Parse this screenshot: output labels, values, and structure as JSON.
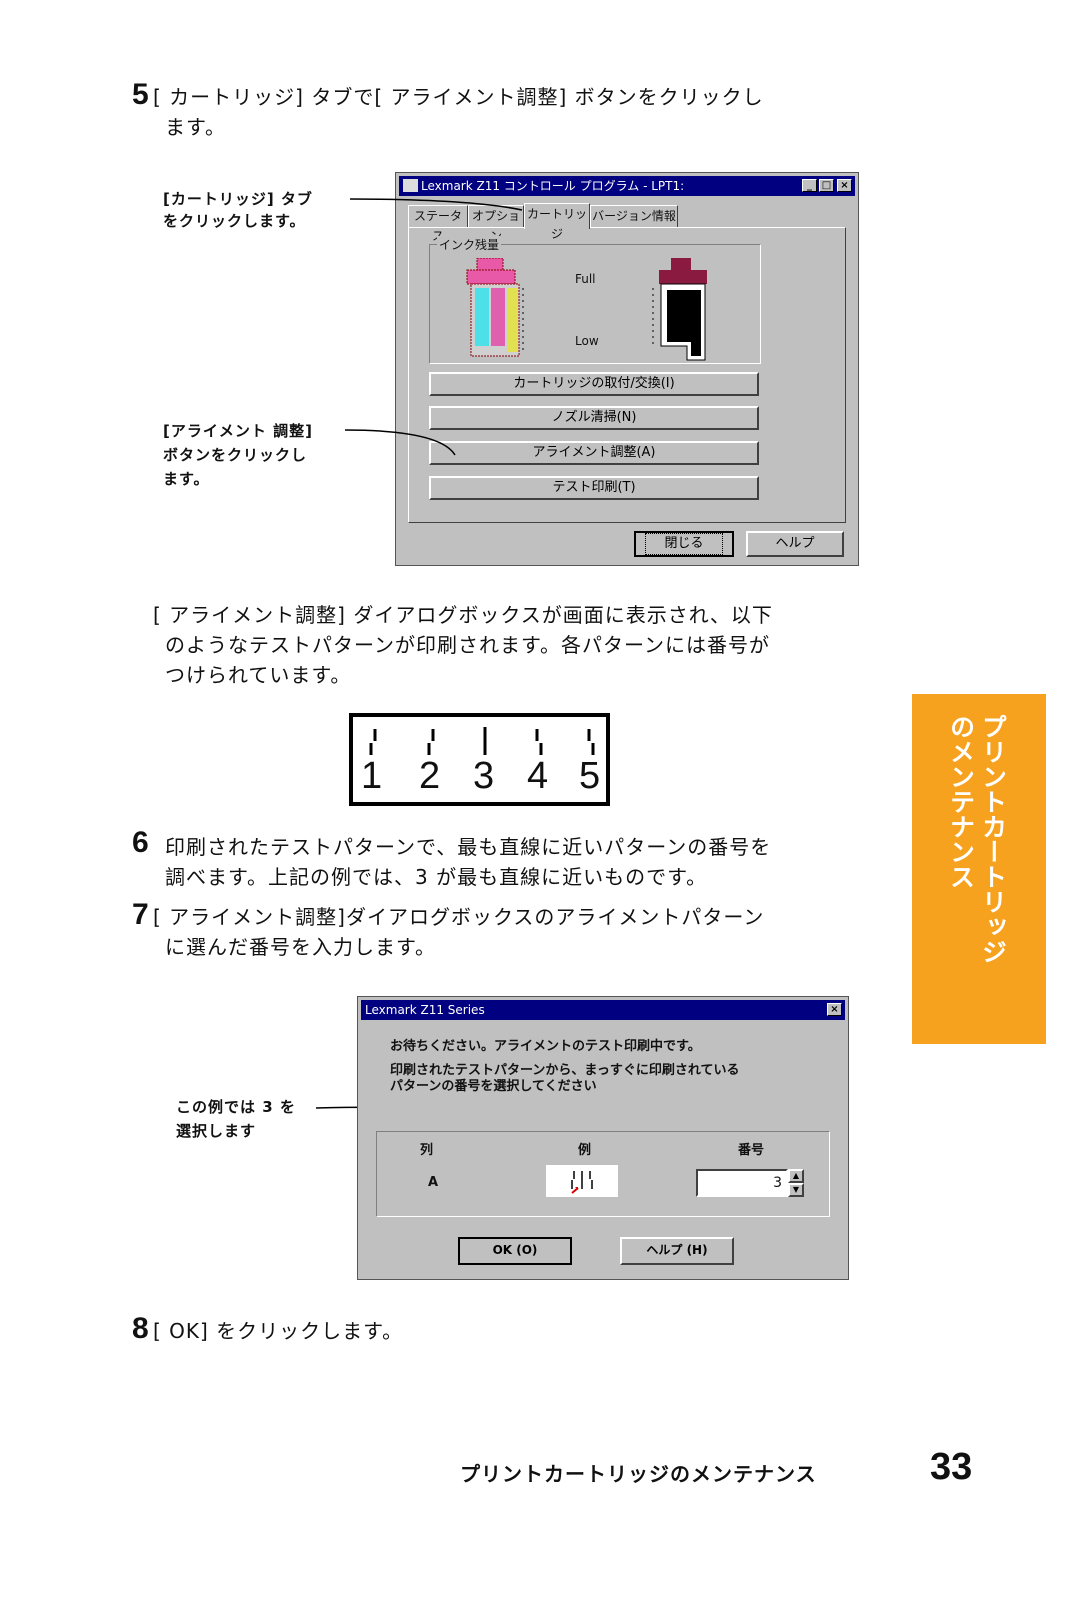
{
  "steps": {
    "s5": {
      "num": "5",
      "line1": "[ カートリッジ] タブで[ アライメント調整] ボタンをクリックし",
      "line2": "ます。"
    },
    "s5_note": {
      "line1": "[ アライメント調整] ダイアログボックスが画面に表示され、以下",
      "line2": "のようなテストパターンが印刷されます。各パターンには番号が",
      "line3": "つけられています。"
    },
    "s6": {
      "num": "6",
      "line1": "印刷されたテストパターンで、最も直線に近いパターンの番号を",
      "line2": "調べます。上記の例では、3 が最も直線に近いものです。"
    },
    "s7": {
      "num": "7",
      "line1": "[ アライメント調整]ダイアログボックスのアライメントパターン",
      "line2": "に選んだ番号を入力します。"
    },
    "s8": {
      "num": "8",
      "line1": "[ OK] をクリックします。"
    }
  },
  "callouts": {
    "tab": {
      "line1": "[カートリッジ] タブ",
      "line2": "をクリックします。"
    },
    "align_button": {
      "line1": "[アライメント 調整]",
      "line2": "ボタンをクリックし",
      "line3": "ます。"
    },
    "select3": {
      "line1": "この例では 3 を",
      "line2": "選択します"
    }
  },
  "control_window": {
    "title": "Lexmark Z11 コントロール プログラム - LPT1:",
    "tabs": [
      "ステータス",
      "オプション",
      "カートリッジ",
      "バージョン情報"
    ],
    "group_label": "インク残量",
    "full_label": "Full",
    "low_label": "Low",
    "buttons": [
      "カートリッジの取付/交換(I)",
      "ノズル清掃(N)",
      "アライメント調整(A)",
      "テスト印刷(T)"
    ],
    "close_label": "閉じる",
    "help_label": "ヘルプ"
  },
  "pattern": {
    "numbers": [
      "1",
      "2",
      "3",
      "4",
      "5"
    ]
  },
  "align_dialog": {
    "title": "Lexmark Z11 Series",
    "message1": "お待ちください。アライメントのテスト印刷中です。",
    "message2": "印刷されたテストパターンから、まっすぐに印刷されている",
    "message3": "パターンの番号を選択してください",
    "col_header": "列",
    "example_header": "例",
    "number_header": "番号",
    "row_label": "A",
    "value": "3",
    "ok_label": "OK (O)",
    "help_label": "ヘルプ (H)"
  },
  "sidebar": {
    "col1": "プリントカートリッジ",
    "col2": "のメンテナンス"
  },
  "footer": {
    "title": "プリントカートリッジのメンテナンス",
    "page": "33"
  },
  "colors": {
    "sidebar": "#f7a21f",
    "titlebar": "#000080",
    "window": "#c0c0c0"
  }
}
